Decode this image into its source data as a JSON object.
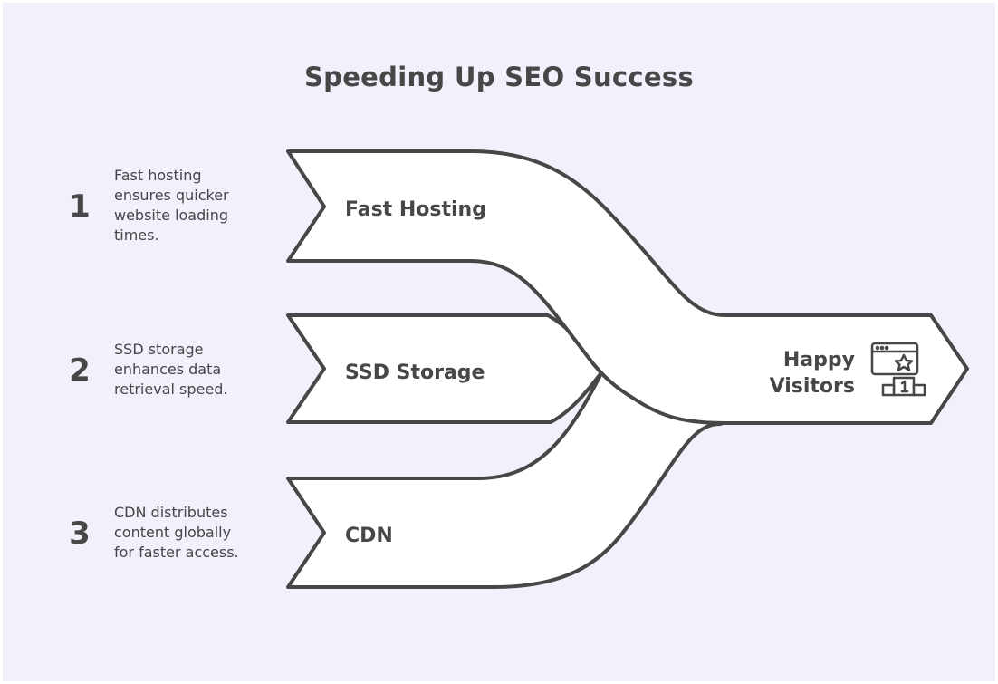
{
  "title": "Speeding Up SEO Success",
  "steps": [
    {
      "number": "1",
      "label": "Fast Hosting",
      "description": [
        "Fast hosting",
        "ensures quicker",
        "website loading",
        "times."
      ]
    },
    {
      "number": "2",
      "label": "SSD Storage",
      "description": [
        "SSD storage",
        "enhances data",
        "retrieval speed."
      ]
    },
    {
      "number": "3",
      "label": "CDN",
      "description": [
        "CDN distributes",
        "content globally",
        "for faster access."
      ]
    }
  ],
  "outcome": {
    "label_lines": [
      "Happy",
      "Visitors"
    ],
    "icon": "website-ranking-podium-icon"
  },
  "colors": {
    "background": "#f1f0fb",
    "stroke": "#474747",
    "fill": "#ffffff"
  }
}
